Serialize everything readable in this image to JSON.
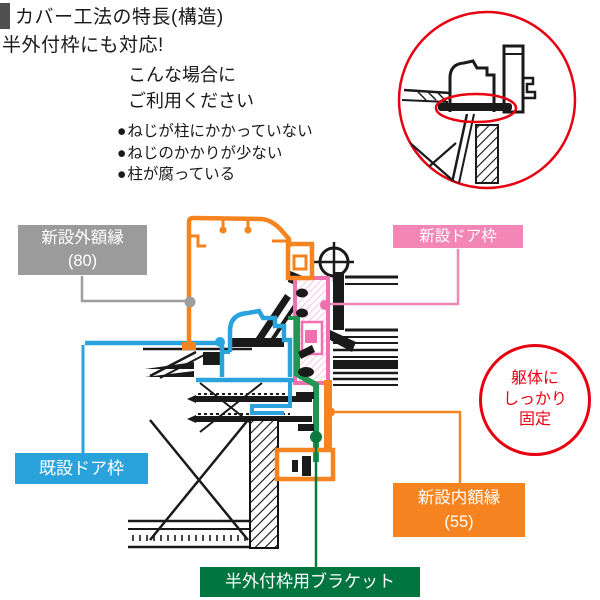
{
  "header": {
    "title": "カバー工法の特長(構造)",
    "subtitle": "半外付枠にも対応!",
    "usage_line1": "こんな場合に",
    "usage_line2": "ご利用ください",
    "bullet_glyph": "●",
    "bullets": [
      "ねじが柱にかかっていない",
      "ねじのかかりが少ない",
      "柱が腐っている"
    ],
    "title_bar_color": "#4f4f4f"
  },
  "labels": {
    "outer_casing": {
      "line1": "新設外額縁",
      "line2": "(80)",
      "color": "#9b9b9b"
    },
    "new_door_frame": {
      "text": "新設ドア枠",
      "color": "#f287b7"
    },
    "existing_door_frame": {
      "text": "既設ドア枠",
      "color": "#2aa3dc"
    },
    "inner_casing": {
      "line1": "新設内額縁",
      "line2": "(55)",
      "color": "#f5831f"
    },
    "bracket": {
      "text": "半外付枠用ブラケット",
      "color": "#007540"
    },
    "stamp": {
      "line1": "躯体に",
      "line2": "しっかり",
      "line3": "固定",
      "color": "#e60012"
    }
  },
  "palette": {
    "highlight_red": "#e60012",
    "drawing_black": "#1a1a1a",
    "leader_gray": "#9e9e9e",
    "leader_pink": "#f287b7",
    "leader_blue": "#2aa3dc",
    "leader_orange": "#f5831f",
    "leader_green": "#0b7a3e"
  }
}
